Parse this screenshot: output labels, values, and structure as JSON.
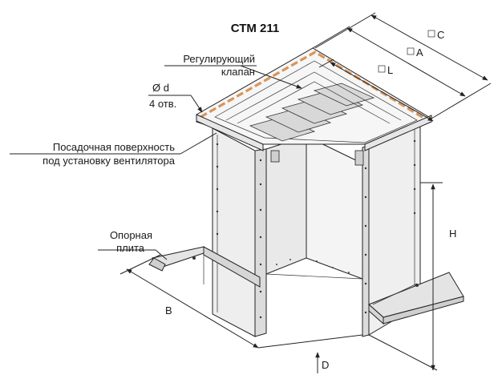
{
  "title": "СТМ 211",
  "labels": {
    "valve_line1": "Регулирующий",
    "valve_line2": "клапан",
    "holes_dia": "Ø d",
    "holes_count": "4 отв.",
    "seat_line1": "Посадочная поверхность",
    "seat_line2": "под установку вентилятора",
    "plate_line1": "Опорная",
    "plate_line2": "плита"
  },
  "dimensions": {
    "C": "C",
    "A": "A",
    "L": "L",
    "H": "H",
    "B": "B",
    "D": "D"
  },
  "colors": {
    "seat_surface": "#d7955b",
    "panel_fill": "#f1f1f1",
    "panel_shade": "#e2e2e2",
    "line": "#222222"
  }
}
